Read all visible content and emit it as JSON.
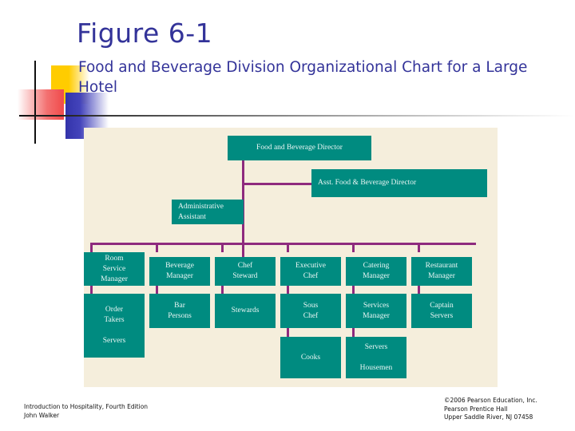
{
  "slide": {
    "title": "Figure 6-1",
    "subtitle": "Food and Beverage Division Organizational Chart for a Large Hotel",
    "title_color": "#333399",
    "panel_color": "#F5EEDC",
    "node_color": "#008B80",
    "node_text_color": "#EAF6F4",
    "connector_color": "#8E2A7E"
  },
  "chart_data": {
    "type": "diagram",
    "title": "Food and Beverage Division Organizational Chart for a Large Hotel",
    "nodes": [
      {
        "id": "fb-director",
        "label": "Food and Beverage Director"
      },
      {
        "id": "asst-director",
        "label": "Asst. Food & Beverage Director"
      },
      {
        "id": "admin-assistant",
        "label": "Administrative Assistant"
      },
      {
        "id": "room-service-manager",
        "label": "Room\nService\nManager"
      },
      {
        "id": "beverage-manager",
        "label": "Beverage\nManager"
      },
      {
        "id": "chef-steward",
        "label": "Chef\nSteward"
      },
      {
        "id": "executive-chef",
        "label": "Executive\nChef"
      },
      {
        "id": "catering-manager",
        "label": "Catering\nManager"
      },
      {
        "id": "restaurant-manager",
        "label": "Restaurant\nManager"
      },
      {
        "id": "order-takers-servers",
        "label": "Order\nTakers\n\nServers"
      },
      {
        "id": "bar-persons",
        "label": "Bar\nPersons"
      },
      {
        "id": "stewards",
        "label": "Stewards"
      },
      {
        "id": "sous-chef",
        "label": "Sous\nChef"
      },
      {
        "id": "services-manager",
        "label": "Services\nManager"
      },
      {
        "id": "captain-servers",
        "label": "Captain\nServers"
      },
      {
        "id": "cooks",
        "label": "Cooks"
      },
      {
        "id": "servers-housemen",
        "label": "Servers\n\nHousemen"
      }
    ],
    "edges": [
      {
        "from": "fb-director",
        "to": "asst-director"
      },
      {
        "from": "fb-director",
        "to": "admin-assistant"
      },
      {
        "from": "fb-director",
        "to": "room-service-manager"
      },
      {
        "from": "fb-director",
        "to": "beverage-manager"
      },
      {
        "from": "fb-director",
        "to": "chef-steward"
      },
      {
        "from": "fb-director",
        "to": "executive-chef"
      },
      {
        "from": "fb-director",
        "to": "catering-manager"
      },
      {
        "from": "fb-director",
        "to": "restaurant-manager"
      },
      {
        "from": "room-service-manager",
        "to": "order-takers-servers"
      },
      {
        "from": "beverage-manager",
        "to": "bar-persons"
      },
      {
        "from": "chef-steward",
        "to": "stewards"
      },
      {
        "from": "executive-chef",
        "to": "sous-chef"
      },
      {
        "from": "catering-manager",
        "to": "services-manager"
      },
      {
        "from": "restaurant-manager",
        "to": "captain-servers"
      },
      {
        "from": "sous-chef",
        "to": "cooks"
      },
      {
        "from": "services-manager",
        "to": "servers-housemen"
      }
    ]
  },
  "nodes": {
    "fb_director": "Food and Beverage Director",
    "asst_director": "Asst. Food & Beverage Director",
    "admin_assistant": "Administrative Assistant",
    "room_service_manager": "Room\nService\nManager",
    "beverage_manager": "Beverage\nManager",
    "chef_steward": "Chef\nSteward",
    "executive_chef": "Executive\nChef",
    "catering_manager": "Catering\nManager",
    "restaurant_manager": "Restaurant\nManager",
    "order_takers_servers": "Order\nTakers\n\nServers",
    "bar_persons": "Bar\nPersons",
    "stewards": "Stewards",
    "sous_chef": "Sous\nChef",
    "services_manager": "Services\nManager",
    "captain_servers": "Captain\nServers",
    "cooks": "Cooks",
    "servers_housemen": "Servers\n\nHousemen"
  },
  "footer": {
    "left": "Introduction to Hospitality, Fourth Edition\nJohn Walker",
    "right": "©2006 Pearson Education, Inc.\nPearson Prentice Hall\nUpper Saddle River, NJ 07458"
  }
}
